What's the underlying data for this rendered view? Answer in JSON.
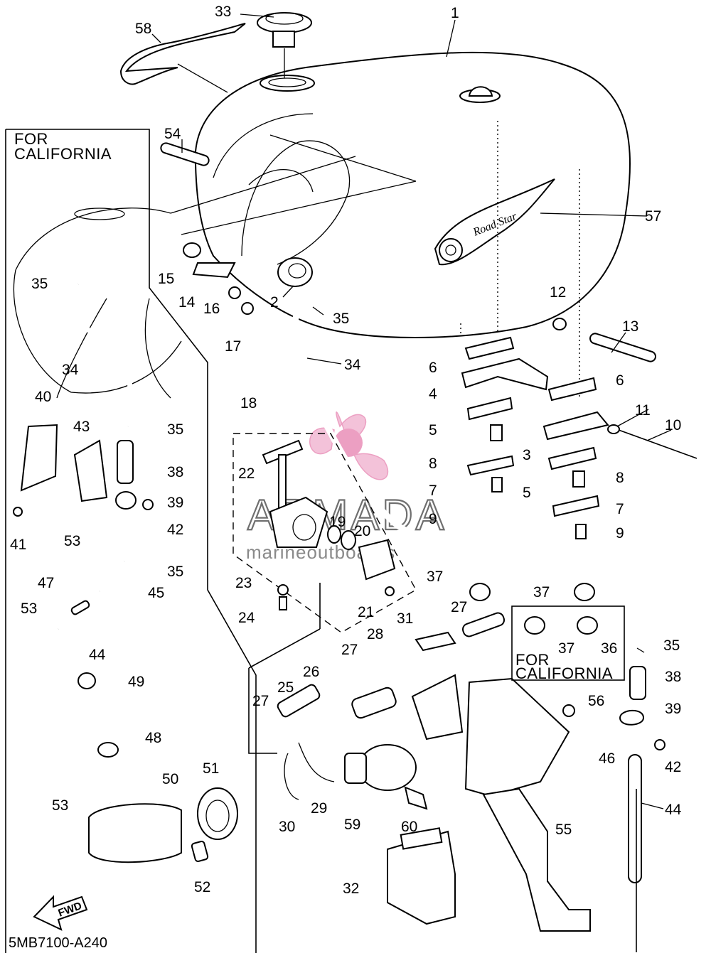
{
  "diagram": {
    "drawing_code": "5MB7100-A240",
    "callouts": [
      "1",
      "2",
      "3",
      "4",
      "5",
      "5",
      "6",
      "6",
      "7",
      "7",
      "8",
      "8",
      "9",
      "9",
      "10",
      "11",
      "12",
      "13",
      "14",
      "15",
      "16",
      "17",
      "18",
      "19",
      "20",
      "21",
      "22",
      "23",
      "24",
      "25",
      "26",
      "27",
      "27",
      "27",
      "28",
      "29",
      "30",
      "31",
      "32",
      "33",
      "34",
      "34",
      "35",
      "35",
      "35",
      "35",
      "35",
      "36",
      "37",
      "37",
      "37",
      "38",
      "38",
      "39",
      "39",
      "40",
      "41",
      "42",
      "42",
      "43",
      "44",
      "44",
      "45",
      "46",
      "47",
      "48",
      "49",
      "50",
      "51",
      "52",
      "53",
      "53",
      "53",
      "54",
      "55",
      "56",
      "57",
      "58",
      "59",
      "60"
    ],
    "california_label_line1": "FOR",
    "california_label_line2": "CALIFORNIA",
    "inset_label_line1": "FOR",
    "inset_label_line2": "CALIFORNIA",
    "fwd_arrow_label": "FWD",
    "emblem_text": "Road Star"
  },
  "watermark": {
    "brand": "ARMADA",
    "subtitle": "marineoutboards",
    "colors": {
      "propeller": "#f2b8d3",
      "hub": "#e98fb8",
      "text": "#6f6f6f"
    }
  }
}
